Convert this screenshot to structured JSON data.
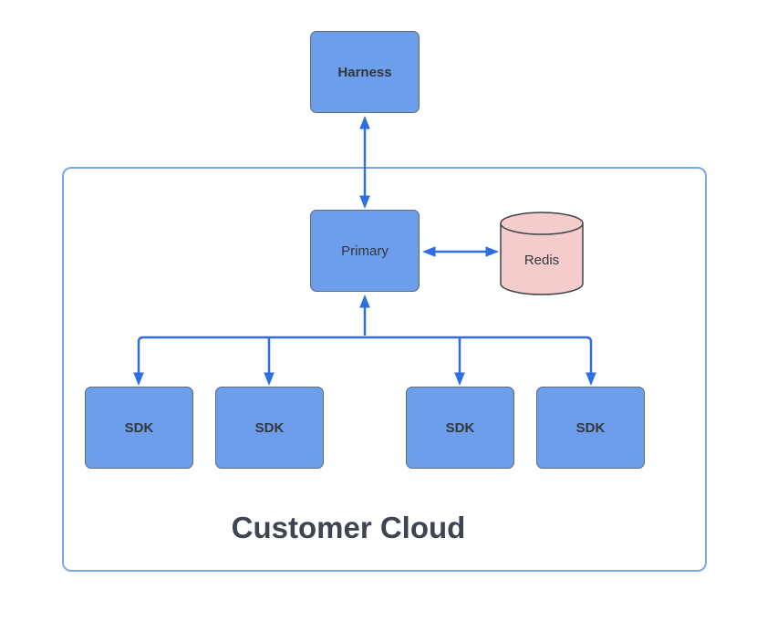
{
  "diagram": {
    "title": "Customer Cloud architecture diagram",
    "nodes": {
      "harness": {
        "label": "Harness",
        "shape": "rectangle"
      },
      "primary": {
        "label": "Primary",
        "shape": "rectangle"
      },
      "redis": {
        "label": "Redis",
        "shape": "cylinder"
      },
      "sdks": [
        {
          "label": "SDK"
        },
        {
          "label": "SDK"
        },
        {
          "label": "SDK"
        },
        {
          "label": "SDK"
        }
      ],
      "container": {
        "label": "Customer Cloud"
      }
    },
    "edges": [
      {
        "from": "Harness",
        "to": "Primary",
        "direction": "bidirectional"
      },
      {
        "from": "Primary",
        "to": "Redis",
        "direction": "bidirectional"
      },
      {
        "from": "Primary",
        "to": "SDK x4",
        "direction": "tree: arrowhead up into Primary, arrowheads down into each SDK"
      }
    ],
    "colors": {
      "node_fill": "#6d9eeb",
      "node_border": "#5f6a75",
      "redis_fill": "#f4cccc",
      "redis_border": "#3f4347",
      "container_border": "#7da5ee",
      "arrow": "#2f6ee2",
      "node_text": "#33383d",
      "label_text": "#3e4450",
      "bg": "#ffffff"
    }
  }
}
